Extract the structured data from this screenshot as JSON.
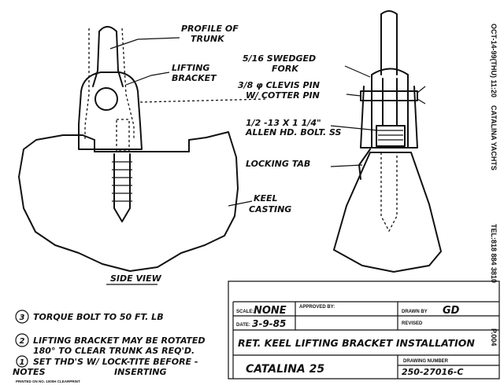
{
  "labels": {
    "profile_of_trunk": [
      "PROFILE OF",
      "TRUNK"
    ],
    "lifting_bracket": [
      "LIFTING",
      "BRACKET"
    ],
    "swedged_fork": [
      "5/16 SWEDGED",
      "FORK"
    ],
    "clevis_pin": [
      "3/8 φ CLEVIS PIN",
      "W/ COTTER PIN"
    ],
    "allen_bolt": [
      "1/2 -13 X 1 1/4\"",
      "ALLEN HD. BOLT. SS"
    ],
    "locking_tab": "LOCKING TAB",
    "keel_casting": [
      "KEEL",
      "CASTING"
    ],
    "side_view": "SIDE VIEW"
  },
  "notes": {
    "note3": "TORQUE BOLT TO 50 FT. LB",
    "note2_line1": "LIFTING BRACKET MAY BE ROTATED",
    "note2_line2": "180° TO CLEAR TRUNK AS REQ'D.",
    "note1_line1": "SET THD'S W/ LOCK-TITE BEFORE -",
    "note1_line2": "INSERTING",
    "notes_label": "NOTES",
    "num3": "3",
    "num2": "2",
    "num1": "1"
  },
  "title_block": {
    "scale_label": "SCALE:",
    "scale_value": "NONE",
    "approved_label": "APPROVED BY:",
    "drawn_label": "DRAWN BY",
    "drawn_value": "GD",
    "date_label": "DATE:",
    "date_value": "3-9-85",
    "revised_label": "REVISED",
    "title": "RET. KEEL LIFTING BRACKET INSTALLATION",
    "model": "CATALINA 25",
    "drawing_number_label": "DRAWING NUMBER",
    "drawing_number": "250-27016-C"
  },
  "fax_header": {
    "top": "OCT-14-99(THU) 11:20",
    "company": "CATALINA YACHTS",
    "tel": "TEL:818 884 3810",
    "page": "P.004"
  },
  "footer_stamp": "PRINTED ON NO. 1000H CLEARPRINT"
}
